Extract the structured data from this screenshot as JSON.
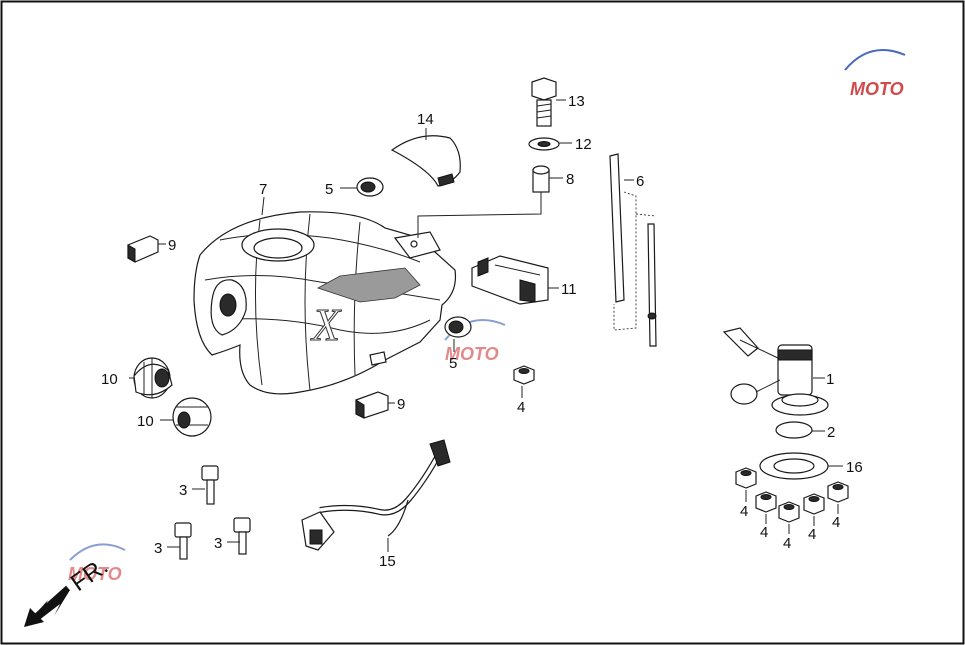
{
  "brand": {
    "accent": "#cc2a2a",
    "blue": "#2a4fb0",
    "text": "MOTO"
  },
  "direction_label": "FR.",
  "tank_graphic_text": "X",
  "callouts": [
    {
      "id": "c1",
      "text": "1"
    },
    {
      "id": "c2",
      "text": "2"
    },
    {
      "id": "c3a",
      "text": "3"
    },
    {
      "id": "c3b",
      "text": "3"
    },
    {
      "id": "c3c",
      "text": "3"
    },
    {
      "id": "c4a",
      "text": "4"
    },
    {
      "id": "c4b",
      "text": "4"
    },
    {
      "id": "c4c",
      "text": "4"
    },
    {
      "id": "c4d",
      "text": "4"
    },
    {
      "id": "c4e",
      "text": "4"
    },
    {
      "id": "c4f",
      "text": "4"
    },
    {
      "id": "c5a",
      "text": "5"
    },
    {
      "id": "c5b",
      "text": "5"
    },
    {
      "id": "c6",
      "text": "6"
    },
    {
      "id": "c7",
      "text": "7"
    },
    {
      "id": "c8",
      "text": "8"
    },
    {
      "id": "c9a",
      "text": "9"
    },
    {
      "id": "c9b",
      "text": "9"
    },
    {
      "id": "c10a",
      "text": "10"
    },
    {
      "id": "c10b",
      "text": "10"
    },
    {
      "id": "c11",
      "text": "11"
    },
    {
      "id": "c12",
      "text": "12"
    },
    {
      "id": "c13",
      "text": "13"
    },
    {
      "id": "c14",
      "text": "14"
    },
    {
      "id": "c15",
      "text": "15"
    },
    {
      "id": "c16",
      "text": "16"
    }
  ]
}
